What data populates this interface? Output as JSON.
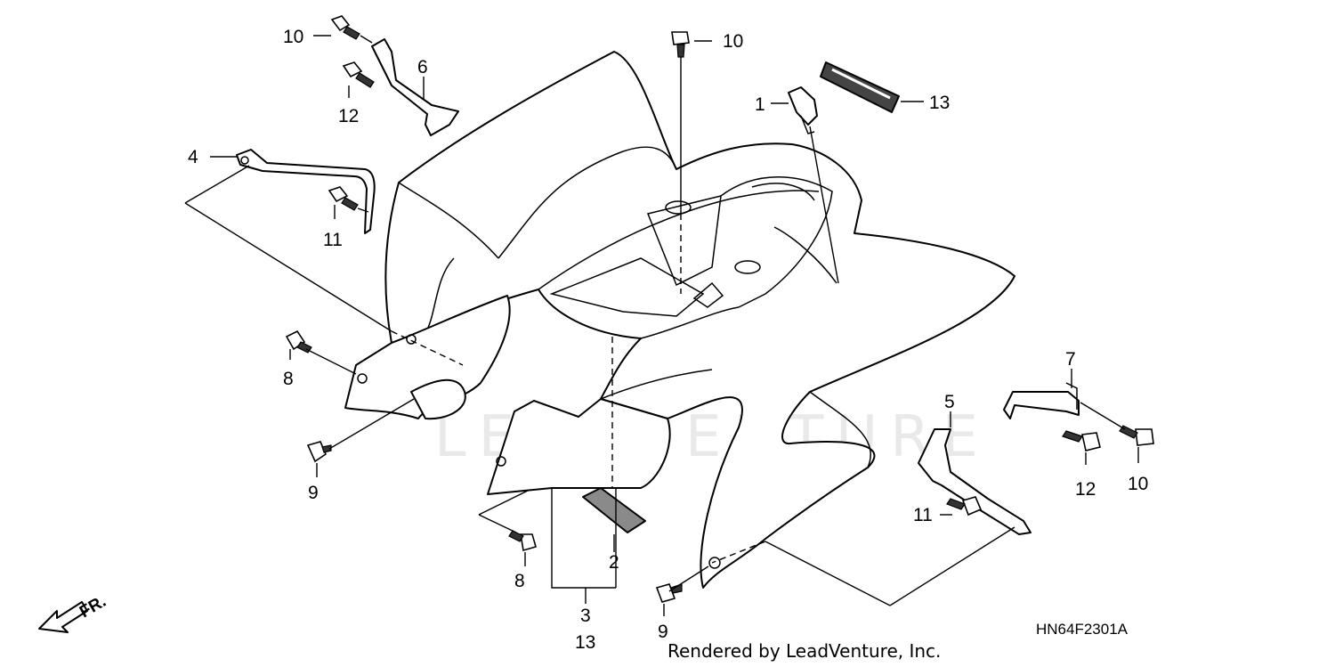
{
  "diagram": {
    "watermark": "LEADVENTURE",
    "diagram_code": "HN64F2301A",
    "credit": "Rendered by LeadVenture, Inc.",
    "front_arrow_label": "FR.",
    "callouts": [
      {
        "id": "c10a",
        "text": "10"
      },
      {
        "id": "c6",
        "text": "6"
      },
      {
        "id": "c12a",
        "text": "12"
      },
      {
        "id": "c4",
        "text": "4"
      },
      {
        "id": "c11a",
        "text": "11"
      },
      {
        "id": "c8a",
        "text": "8"
      },
      {
        "id": "c9a",
        "text": "9"
      },
      {
        "id": "c10b",
        "text": "10"
      },
      {
        "id": "c1",
        "text": "1"
      },
      {
        "id": "c13a",
        "text": "13"
      },
      {
        "id": "c7",
        "text": "7"
      },
      {
        "id": "c5",
        "text": "5"
      },
      {
        "id": "c12b",
        "text": "12"
      },
      {
        "id": "c10c",
        "text": "10"
      },
      {
        "id": "c11b",
        "text": "11"
      },
      {
        "id": "c2",
        "text": "2"
      },
      {
        "id": "c8b",
        "text": "8"
      },
      {
        "id": "c3",
        "text": "3"
      },
      {
        "id": "c13b",
        "text": "13"
      },
      {
        "id": "c9b",
        "text": "9"
      }
    ]
  }
}
